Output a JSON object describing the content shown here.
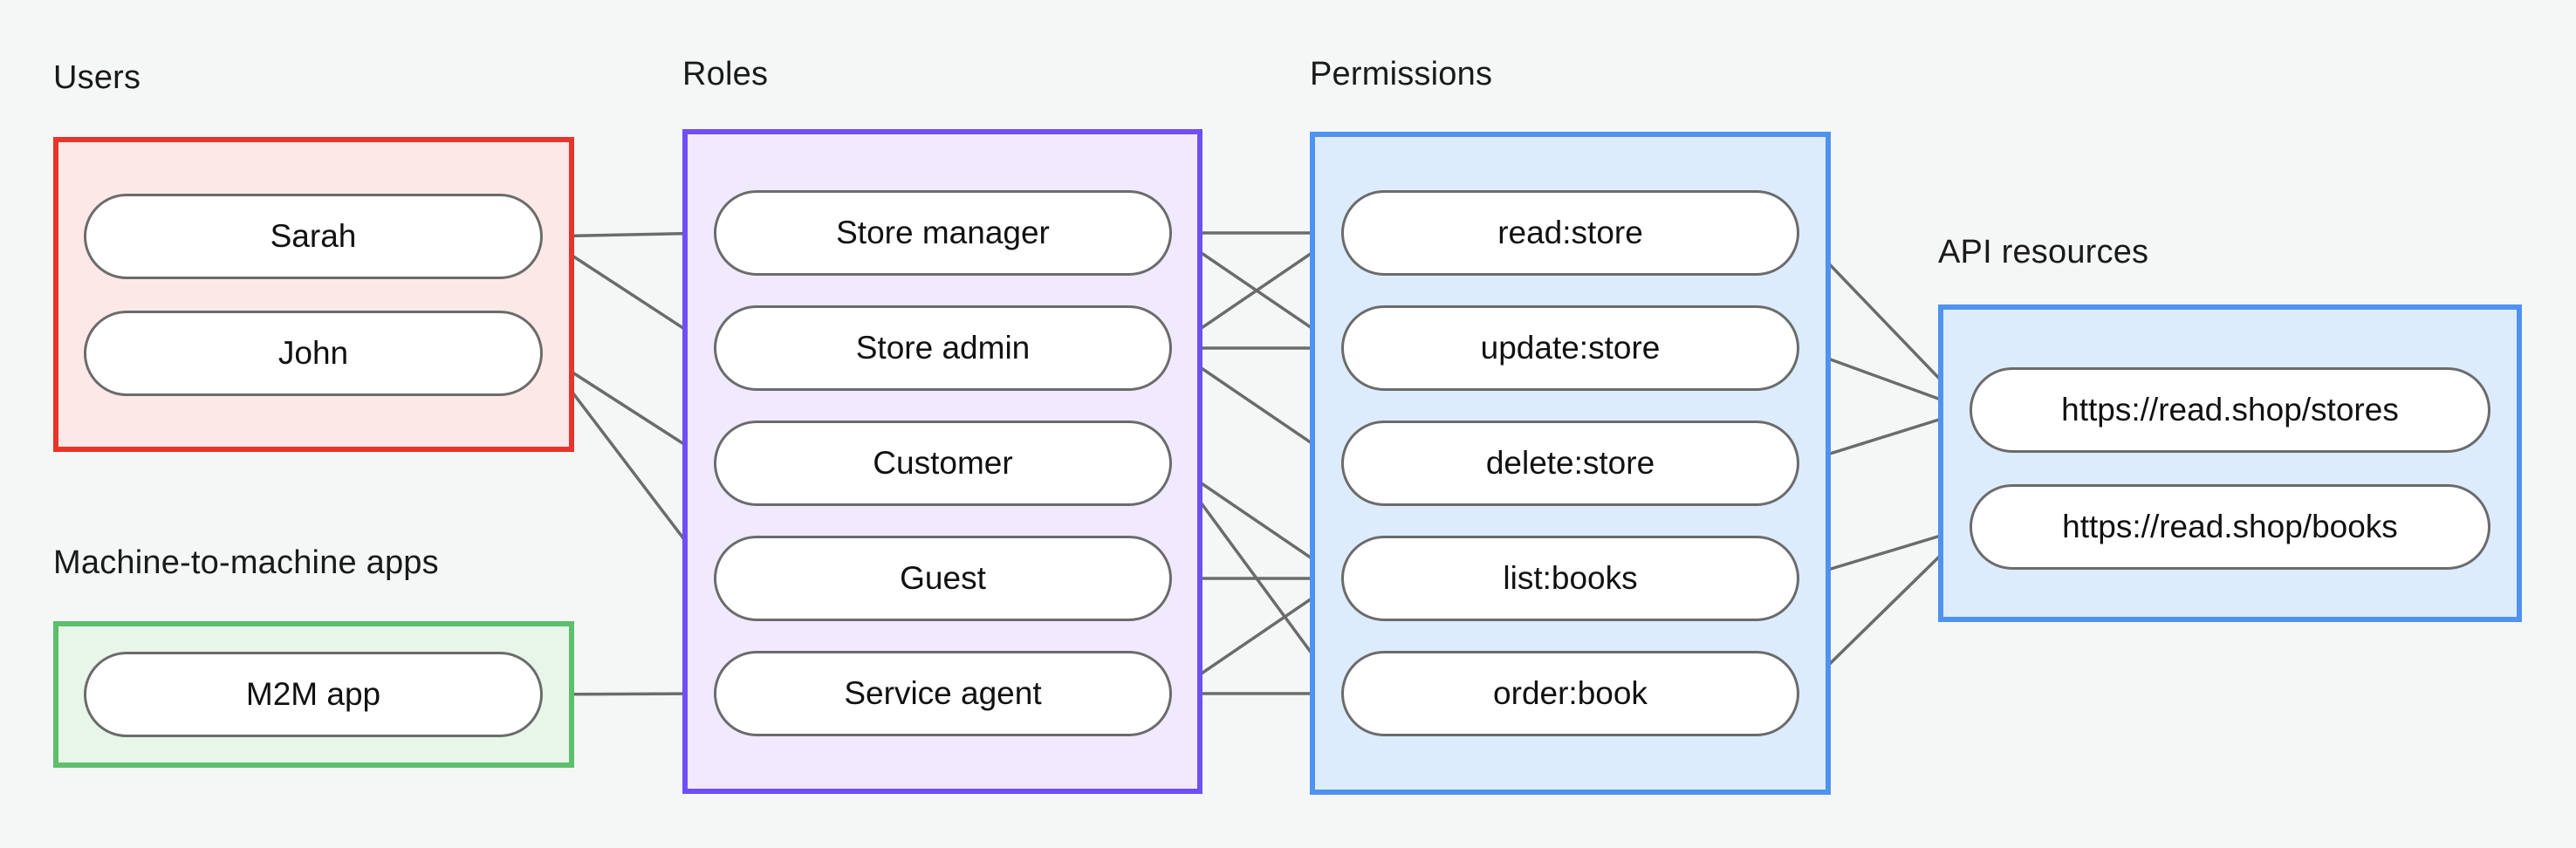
{
  "diagram": {
    "title_groups": [
      "Users",
      "Machine-to-machine apps",
      "Roles",
      "Permissions",
      "API resources"
    ],
    "colors": {
      "background": "#f5f7f7",
      "users_border": "#e8342a",
      "users_fill": "#fce9e7",
      "m2m_border": "#5cbf6b",
      "m2m_fill": "#e7f6e9",
      "roles_border": "#6f4ff5",
      "roles_fill": "#f1e9fd",
      "permissions_border": "#4f93f0",
      "permissions_fill": "#ddecfd",
      "api_border": "#4f93f0",
      "api_fill": "#ddecfd",
      "node_border": "#6b6b6b",
      "node_fill": "#ffffff",
      "edge": "#6b6b6b",
      "text": "#111111"
    }
  },
  "groups": {
    "users": {
      "label": "Users",
      "nodes": [
        {
          "id": "sarah",
          "label": "Sarah"
        },
        {
          "id": "john",
          "label": "John"
        }
      ]
    },
    "m2m": {
      "label": "Machine-to-machine apps",
      "nodes": [
        {
          "id": "m2m-app",
          "label": "M2M app"
        }
      ]
    },
    "roles": {
      "label": "Roles",
      "nodes": [
        {
          "id": "store-manager",
          "label": "Store manager"
        },
        {
          "id": "store-admin",
          "label": "Store admin"
        },
        {
          "id": "customer",
          "label": "Customer"
        },
        {
          "id": "guest",
          "label": "Guest"
        },
        {
          "id": "service-agent",
          "label": "Service agent"
        }
      ]
    },
    "permissions": {
      "label": "Permissions",
      "nodes": [
        {
          "id": "read-store",
          "label": "read:store"
        },
        {
          "id": "update-store",
          "label": "update:store"
        },
        {
          "id": "delete-store",
          "label": "delete:store"
        },
        {
          "id": "list-books",
          "label": "list:books"
        },
        {
          "id": "order-book",
          "label": "order:book"
        }
      ]
    },
    "api": {
      "label": "API resources",
      "nodes": [
        {
          "id": "res-stores",
          "label": "https://read.shop/stores"
        },
        {
          "id": "res-books",
          "label": "https://read.shop/books"
        }
      ]
    }
  },
  "edges": [
    {
      "from": "sarah",
      "to": "store-manager"
    },
    {
      "from": "sarah",
      "to": "store-admin"
    },
    {
      "from": "john",
      "to": "customer"
    },
    {
      "from": "john",
      "to": "guest"
    },
    {
      "from": "m2m-app",
      "to": "service-agent"
    },
    {
      "from": "store-manager",
      "to": "read-store"
    },
    {
      "from": "store-manager",
      "to": "update-store"
    },
    {
      "from": "store-admin",
      "to": "read-store"
    },
    {
      "from": "store-admin",
      "to": "update-store"
    },
    {
      "from": "store-admin",
      "to": "delete-store"
    },
    {
      "from": "customer",
      "to": "list-books"
    },
    {
      "from": "customer",
      "to": "order-book"
    },
    {
      "from": "guest",
      "to": "list-books"
    },
    {
      "from": "service-agent",
      "to": "list-books"
    },
    {
      "from": "service-agent",
      "to": "order-book"
    },
    {
      "from": "read-store",
      "to": "res-stores"
    },
    {
      "from": "update-store",
      "to": "res-stores"
    },
    {
      "from": "delete-store",
      "to": "res-stores"
    },
    {
      "from": "list-books",
      "to": "res-books"
    },
    {
      "from": "order-book",
      "to": "res-books"
    }
  ]
}
